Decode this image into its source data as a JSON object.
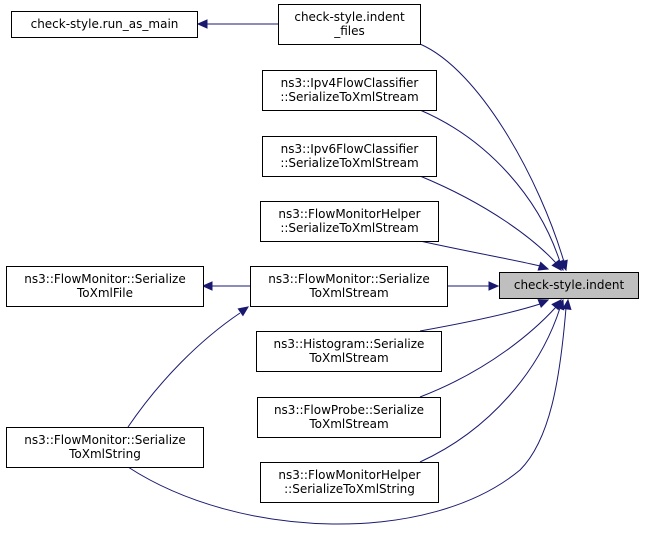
{
  "diagram": {
    "nodes": {
      "run_as_main": {
        "lines": [
          "check-style.run_as_main"
        ]
      },
      "indent_files": {
        "lines": [
          "check-style.indent",
          "_files"
        ]
      },
      "ipv4_serialize": {
        "lines": [
          "ns3::Ipv4FlowClassifier",
          "::SerializeToXmlStream"
        ]
      },
      "ipv6_serialize": {
        "lines": [
          "ns3::Ipv6FlowClassifier",
          "::SerializeToXmlStream"
        ]
      },
      "fmh_serialize_stream": {
        "lines": [
          "ns3::FlowMonitorHelper",
          "::SerializeToXmlStream"
        ]
      },
      "fm_serialize_file": {
        "lines": [
          "ns3::FlowMonitor::Serialize",
          "ToXmlFile"
        ]
      },
      "fm_serialize_stream": {
        "lines": [
          "ns3::FlowMonitor::Serialize",
          "ToXmlStream"
        ]
      },
      "indent": {
        "lines": [
          "check-style.indent"
        ]
      },
      "histogram_serialize": {
        "lines": [
          "ns3::Histogram::Serialize",
          "ToXmlStream"
        ]
      },
      "probe_serialize": {
        "lines": [
          "ns3::FlowProbe::Serialize",
          "ToXmlStream"
        ]
      },
      "fm_serialize_string": {
        "lines": [
          "ns3::FlowMonitor::Serialize",
          "ToXmlString"
        ]
      },
      "fmh_serialize_string": {
        "lines": [
          "ns3::FlowMonitorHelper",
          "::SerializeToXmlString"
        ]
      }
    },
    "edges": [
      {
        "from": "indent_files",
        "to": "run_as_main"
      },
      {
        "from": "indent",
        "to": "indent_files"
      },
      {
        "from": "indent",
        "to": "ipv4_serialize"
      },
      {
        "from": "indent",
        "to": "ipv6_serialize"
      },
      {
        "from": "indent",
        "to": "fmh_serialize_stream"
      },
      {
        "from": "indent",
        "to": "fm_serialize_stream"
      },
      {
        "from": "indent",
        "to": "histogram_serialize"
      },
      {
        "from": "indent",
        "to": "probe_serialize"
      },
      {
        "from": "indent",
        "to": "fmh_serialize_string"
      },
      {
        "from": "indent",
        "to": "fm_serialize_string"
      },
      {
        "from": "fm_serialize_stream",
        "to": "fm_serialize_file"
      },
      {
        "from": "fm_serialize_stream",
        "to": "fm_serialize_string"
      }
    ],
    "colors": {
      "edge": "#191970",
      "focus_fill": "#bfbfbf",
      "node_fill": "#ffffff",
      "node_border": "#000000"
    }
  }
}
